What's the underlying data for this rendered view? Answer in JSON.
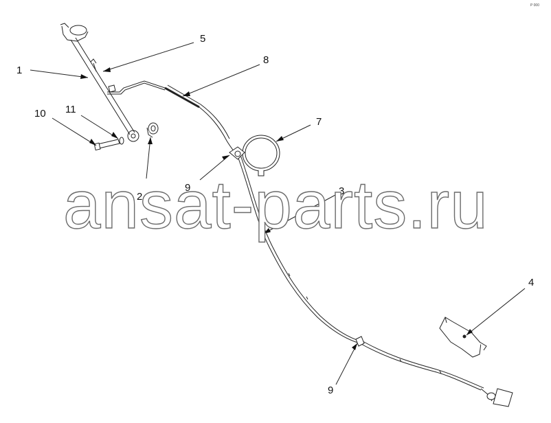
{
  "diagram": {
    "watermark": "ansat-parts.ru",
    "corner_mark": "P 000",
    "callouts": [
      {
        "id": "c1",
        "label": "1"
      },
      {
        "id": "c2",
        "label": "2"
      },
      {
        "id": "c3",
        "label": "3"
      },
      {
        "id": "c4",
        "label": "4"
      },
      {
        "id": "c5",
        "label": "5"
      },
      {
        "id": "c7",
        "label": "7"
      },
      {
        "id": "c8",
        "label": "8"
      },
      {
        "id": "c9a",
        "label": "9"
      },
      {
        "id": "c9b",
        "label": "9"
      },
      {
        "id": "c10",
        "label": "10"
      },
      {
        "id": "c11",
        "label": "11"
      }
    ]
  }
}
